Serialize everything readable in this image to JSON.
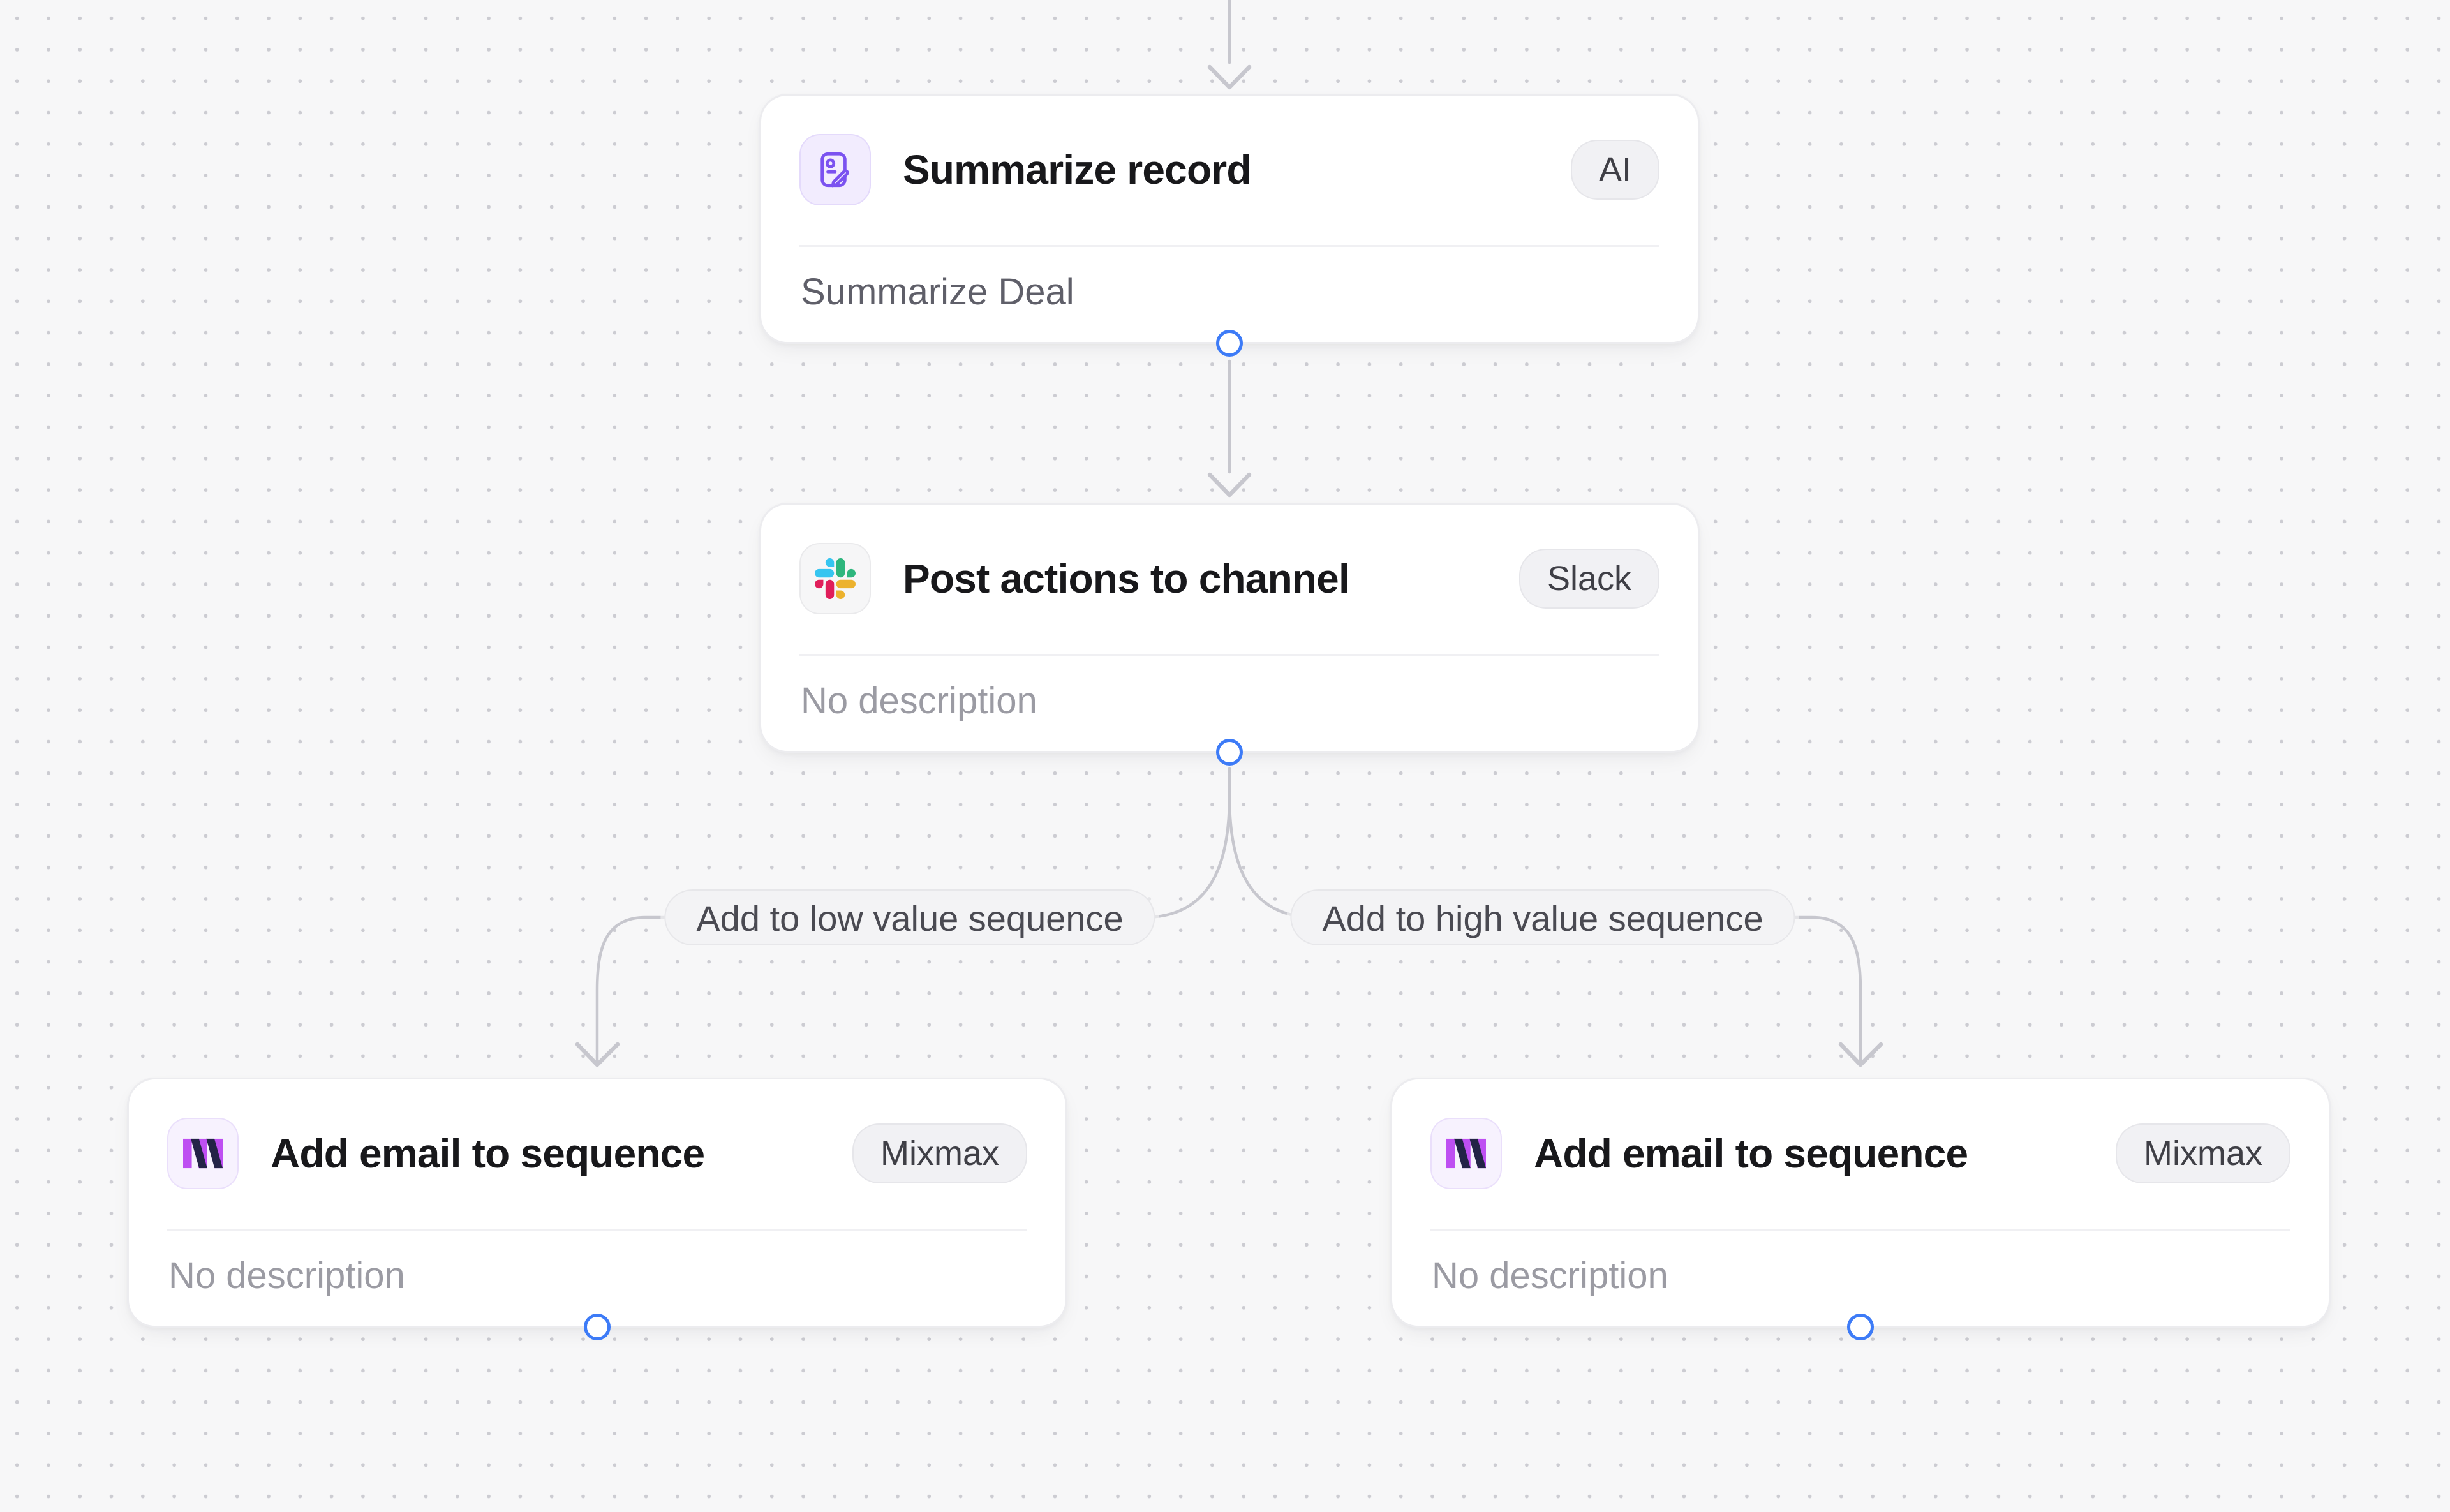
{
  "canvas": {
    "background_color": "#F7F7F8",
    "dot_color": "#CCCCD2",
    "edge_color": "#C7C7CE",
    "port_color": "#3D7BF7"
  },
  "workflow": {
    "nodes": [
      {
        "title": "Summarize record",
        "badge": "AI",
        "description": "Summarize Deal",
        "icon": "record-edit-icon",
        "icon_accent": "#7B52F0"
      },
      {
        "title": "Post actions to channel",
        "badge": "Slack",
        "description": "No description",
        "icon": "slack-icon",
        "icon_colors": [
          "#36C5F0",
          "#2EB67D",
          "#ECB22E",
          "#E01E5A"
        ]
      },
      {
        "title": "Add email to sequence",
        "badge": "Mixmax",
        "description": "No description",
        "icon": "mixmax-icon",
        "icon_colors": [
          "#BE4FF2",
          "#232347"
        ]
      },
      {
        "title": "Add email to sequence",
        "badge": "Mixmax",
        "description": "No description",
        "icon": "mixmax-icon",
        "icon_colors": [
          "#BE4FF2",
          "#232347"
        ]
      }
    ],
    "edge_labels": {
      "left": "Add to low value sequence",
      "right": "Add to high value sequence"
    },
    "text_colors": {
      "title": "#18181B",
      "badge": "#3F3F46",
      "description_dark": "#5F5F69",
      "description_muted": "#9B9BA3",
      "edge_label": "#4A4A52"
    }
  }
}
